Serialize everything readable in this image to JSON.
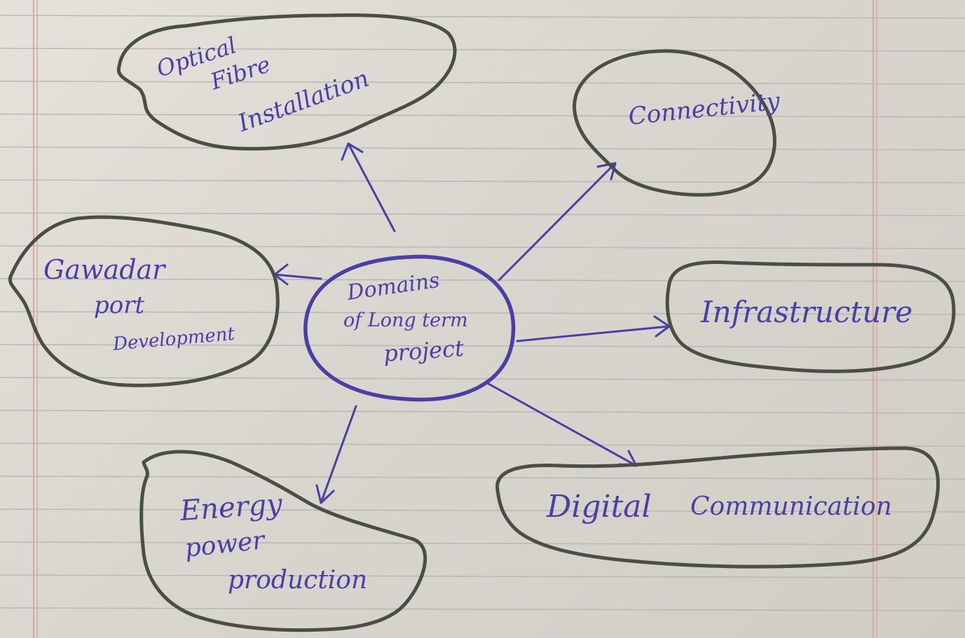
{
  "colors": {
    "paper": "#dcdad3",
    "rule_line": "#b9b9b7",
    "margin_line": "#d9a7a0",
    "ink_purple": "#4b3fa6",
    "ink_dark": "#4a4f45"
  },
  "center": {
    "lines": [
      "Domains",
      "of Long term",
      "project"
    ]
  },
  "nodes": [
    {
      "id": "optical-fibre",
      "lines": [
        "Optical",
        "Fibre",
        "Installation"
      ]
    },
    {
      "id": "connectivity",
      "lines": [
        "Connectivity"
      ]
    },
    {
      "id": "gawadar",
      "lines": [
        "Gawadar",
        "port",
        "Development"
      ]
    },
    {
      "id": "infrastructure",
      "lines": [
        "Infrastructure"
      ]
    },
    {
      "id": "energy",
      "lines": [
        "Energy",
        "power",
        "production"
      ]
    },
    {
      "id": "digital-communication",
      "lines": [
        "Digital",
        "Communication"
      ]
    }
  ]
}
